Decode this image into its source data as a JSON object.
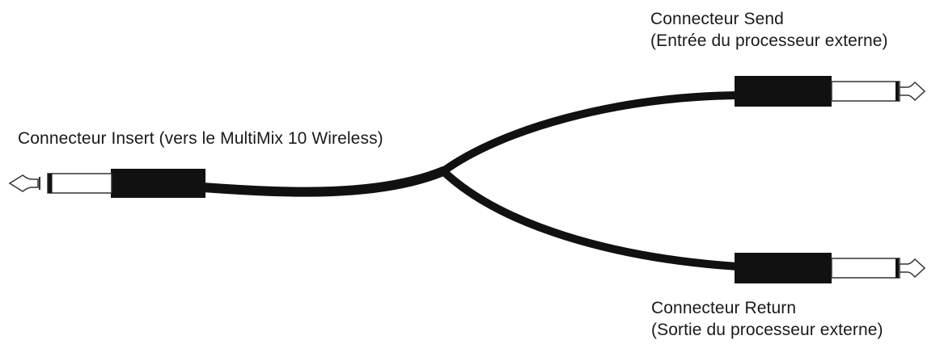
{
  "connectors": {
    "insert": {
      "label": "Connecteur Insert (vers le MultiMix 10 Wireless)"
    },
    "send": {
      "line1": "Connecteur Send",
      "line2": "(Entrée du processeur externe)"
    },
    "return": {
      "line1": "Connecteur Return",
      "line2": "(Sortie du processeur externe)"
    }
  },
  "colors": {
    "cable": "#111111",
    "text": "#1a1a1a",
    "tip_outline": "#333333"
  }
}
